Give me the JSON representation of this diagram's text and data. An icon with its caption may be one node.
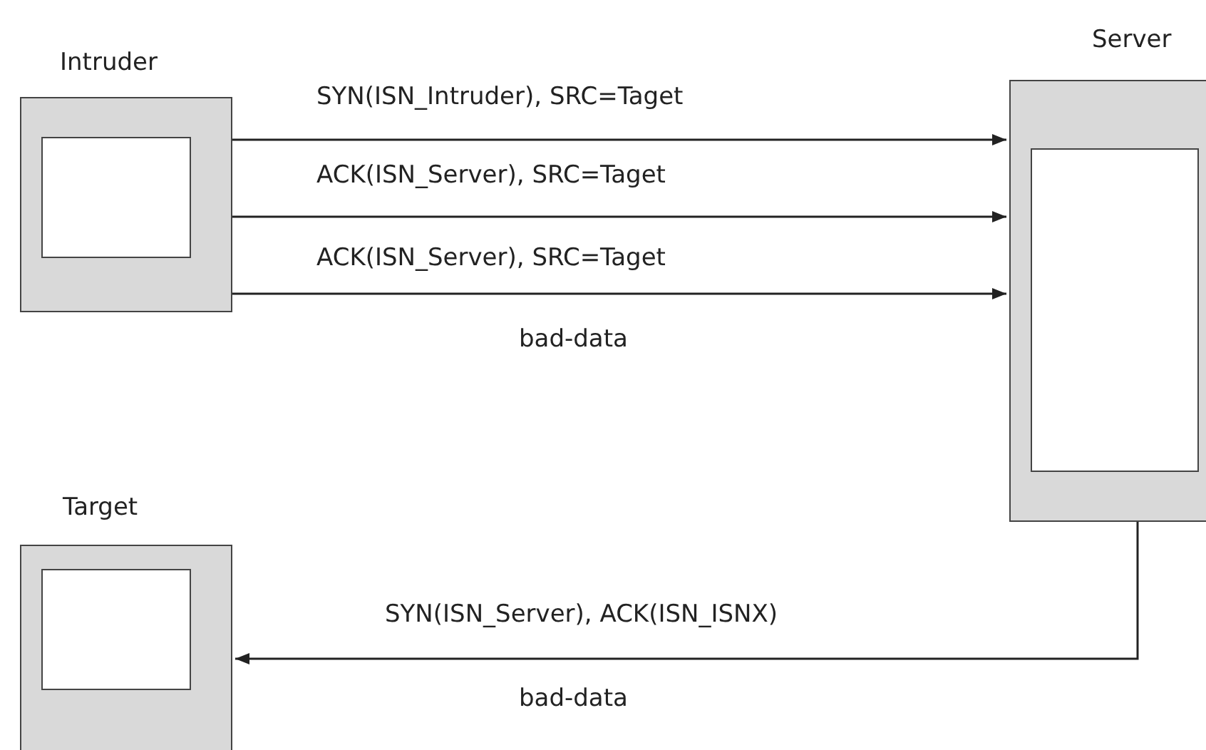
{
  "diagram": {
    "nodes": [
      {
        "text": [
          "Intruder"
        ]
      },
      {
        "text": [
          "Server"
        ]
      },
      {
        "text": [
          "Target"
        ]
      }
    ],
    "edges": [
      {
        "from": 0,
        "to": 1,
        "arrow": "to",
        "label": "SYN(ISN_Intruder), SRC=Taget"
      },
      {
        "from": 0,
        "to": 1,
        "arrow": "to",
        "label": "ACK(ISN_Server), SRC=Taget"
      },
      {
        "from": 0,
        "to": 1,
        "arrow": "to",
        "label": "ACK(ISN_Server), SRC=Taget"
      },
      {
        "from": 1,
        "to": 2,
        "arrow": "to",
        "label": "SYN(ISN_Server), ACK(ISN_ISNX)"
      }
    ],
    "labels": [
      "bad-data",
      "bad-data"
    ]
  }
}
